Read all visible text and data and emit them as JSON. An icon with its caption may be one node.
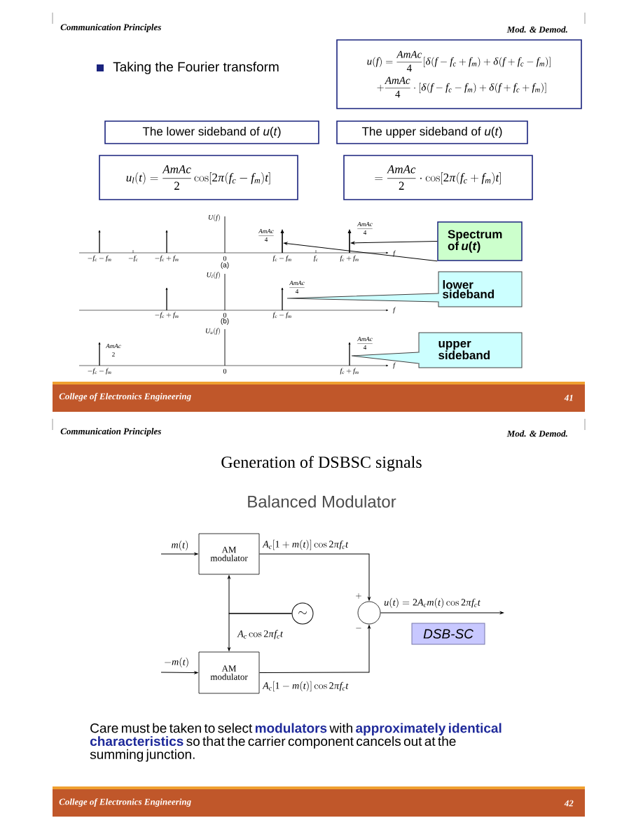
{
  "diagram": {
    "nodes": [
      {
        "text": [
          "u(f)=\\frac{AmAc}{4}[\\delta(f-f_c+f_m)+\\delta(f+f_c-f_m)]",
          "+\\frac{AmAc}{4}\\cdot[\\delta(f-f_c-f_m)+\\delta(f+f_c+f_m)]"
        ]
      },
      {
        "text": [
          "The lower sideband of *u*(*t*)"
        ]
      },
      {
        "text": [
          "The upper sideband of *u*(*t*)"
        ]
      },
      {
        "text": [
          "u_l(t)=\\frac{AmAc}{2}\\cos[2\\pi(f_c-f_m)t]"
        ]
      },
      {
        "text": [
          "=\\frac{AmAc}{2}\\cdot\\cos[2\\pi(f_c+f_m)t]"
        ]
      },
      {
        "text": [
          "Spectrum of *u*(*t*)"
        ]
      },
      {
        "text": [
          "lower sideband"
        ]
      },
      {
        "text": [
          "upper sideband"
        ]
      },
      {
        "text": [
          "AM modulator"
        ]
      },
      {
        "text": [
          "\\sim"
        ]
      },
      {
        "text": [
          "AM modulator"
        ]
      },
      {
        "text": [],
        "shape": "circle"
      },
      {
        "text": [
          "DSB-SC"
        ]
      },
      {
        "text": [],
        "shape": "bar"
      },
      {
        "text": [],
        "shape": "bar"
      }
    ],
    "edges": [
      {
        "from": 5,
        "to": 14,
        "arrow": "to"
      },
      {
        "from": 5,
        "to": 13,
        "arrow": "to"
      },
      {
        "from": null,
        "to": 8,
        "arrow": "to",
        "label": "m(t)"
      },
      {
        "from": 8,
        "to": 11,
        "arrow": "to",
        "label": "A_c[1+m(t)]\\cos 2\\pi f_c t"
      },
      {
        "from": 9,
        "to": 8,
        "arrow": "to"
      },
      {
        "from": 9,
        "to": 10,
        "arrow": "to",
        "label": "A_c\\cos 2\\pi f_c t"
      },
      {
        "from": null,
        "to": 10,
        "arrow": "to",
        "label": "-m(t)"
      },
      {
        "from": 10,
        "to": 11,
        "arrow": "to",
        "label": "A_c[1-m(t)]\\cos 2\\pi f_c t"
      },
      {
        "from": 11,
        "to": null,
        "arrow": "to",
        "label": "u(t)=2A_cm(t)\\cos 2\\pi f_c t"
      }
    ],
    "labels": [
      "Communication Principles",
      "Mod. & Demod.",
      "Taking the Fourier transform",
      "U(f)",
      "\\frac{AmAc}{4}",
      "\\frac{AmAc}{4}",
      "-f_c-f_m",
      "-f_c",
      "-f_c+f_m",
      "0",
      "f_c-f_m",
      "f_c",
      "f_c+f_m",
      "f",
      "(a)",
      "U_l(f)",
      "\\frac{AmAc}{4}",
      "-f_c+f_m",
      "0",
      "f_c-f_m",
      "f",
      "(b)",
      "U_u(f)",
      "\\genfrac{}{}{0pt}{}{AmAc}{2}",
      "\\frac{AmAc}{4}",
      "-f_c-f_m",
      "0",
      "f_c+f_m",
      "f",
      "College of Electronics Engineering",
      "41",
      "Communication Principles",
      "Mod. & Demod.",
      "Generation of DSBSC signals",
      "Balanced Modulator",
      "+",
      "-",
      "Care must be taken to select **modulators** with **approximately identical characteristics** so that the carrier component cancels out at the summing junction.",
      "College of Electronics Engineering",
      "42"
    ]
  }
}
